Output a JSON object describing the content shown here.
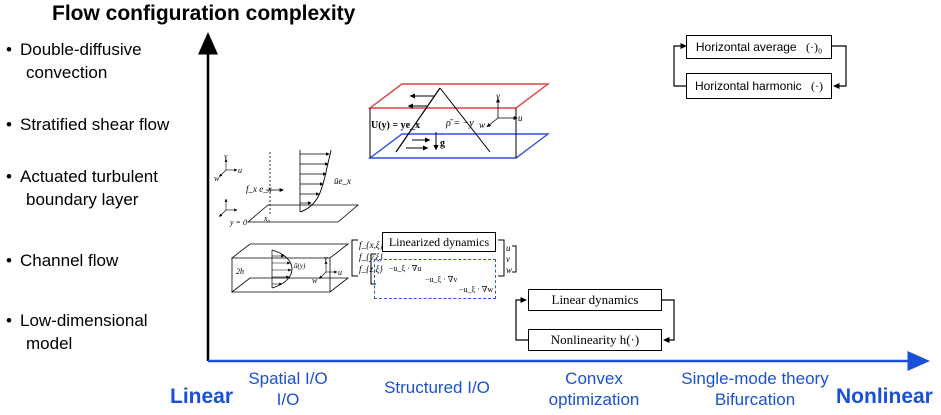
{
  "title": "Flow configuration complexity",
  "flows": [
    {
      "line1": "Double-diffusive",
      "line2": "convection"
    },
    {
      "line1": "Stratified shear flow",
      "line2": ""
    },
    {
      "line1": "Actuated turbulent",
      "line2": "boundary layer"
    },
    {
      "line1": "Channel flow",
      "line2": ""
    },
    {
      "line1": "Low-dimensional",
      "line2": "model"
    }
  ],
  "axis": {
    "left_label": "Linear",
    "right_label": "Nonlinear",
    "methods": [
      {
        "line1": "Spatial I/O",
        "line2": "I/O"
      },
      {
        "line1": "Structured I/O",
        "line2": ""
      },
      {
        "line1": "Convex",
        "line2": "optimization"
      },
      {
        "line1": "Single-mode theory",
        "line2": "Bifurcation"
      }
    ]
  },
  "harmonic_loop": {
    "top_label": "Horizontal average",
    "top_symbol": "(·)₀",
    "bottom_label": "Horizontal harmonic",
    "bottom_symbol": "(·)"
  },
  "structured_io": {
    "top_label": "Linearized dynamics",
    "inputs": [
      "f_{x,ξ}",
      "f_{y,ξ}",
      "f_{z,ξ}"
    ],
    "outputs": [
      "u",
      "v",
      "w"
    ],
    "nonlinear_terms": [
      "−u_ξ · ∇u",
      "−u_ξ · ∇v",
      "−u_ξ · ∇w"
    ]
  },
  "nonlinear_loop": {
    "top_label": "Linear dynamics",
    "bottom_label": "Nonlinearity h(·)"
  },
  "stratified_sketch": {
    "velocity": "U(y) = ye_x",
    "density": "ρ̄ = −y",
    "gravity": "g",
    "axes": [
      "v",
      "w",
      "u"
    ]
  },
  "boundary_layer_sketch": {
    "forcing": "f_x e_x",
    "velocity": "ūe_x",
    "location": "x₀",
    "axes": [
      "v",
      "u",
      "w"
    ],
    "wall": "y = 0"
  },
  "channel_sketch": {
    "height": "2h",
    "profile": "ū(y)",
    "axes": [
      "v",
      "w",
      "u"
    ]
  },
  "colors": {
    "axis": "#1a50d6",
    "red_plane": "#e04040",
    "blue_plane": "#3050e0"
  }
}
